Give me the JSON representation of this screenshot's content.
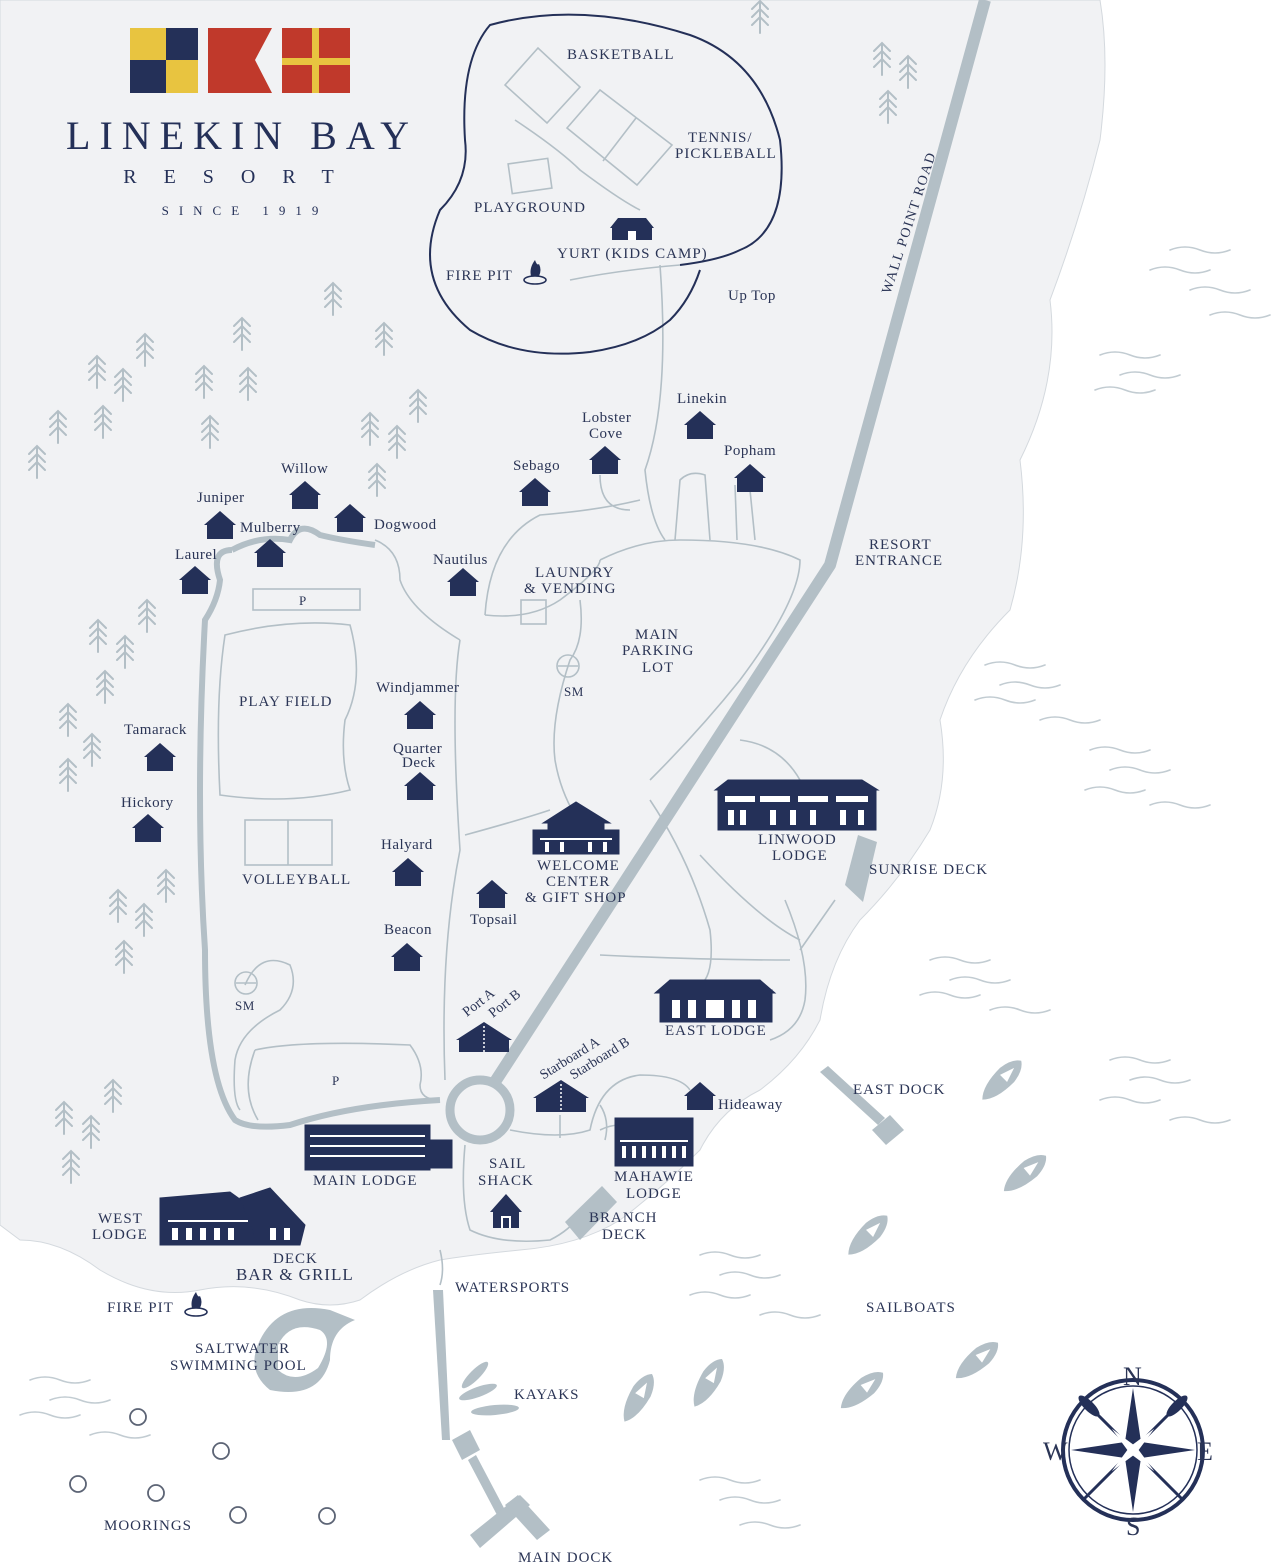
{
  "brand": {
    "name": "LINEKIN BAY",
    "sub": "RESORT",
    "since": "SINCE 1919",
    "flag_colors": [
      "#e8c440",
      "#243058",
      "#c0392b",
      "#e8c440"
    ]
  },
  "colors": {
    "land": "#f1f2f4",
    "water": "#ffffff",
    "road": "#b3bfc6",
    "building": "#243058",
    "trees": "#b3bfc6"
  },
  "road": {
    "name": "WALL POINT ROAD"
  },
  "labels": {
    "basketball": "BASKETBALL",
    "tennis": "TENNIS/",
    "pickleball": "PICKLEBALL",
    "playground": "PLAYGROUND",
    "yurt": "YURT (KIDS CAMP)",
    "fire_pit_top": "FIRE PIT",
    "up_top": "Up Top",
    "linekin": "Linekin",
    "lobster": "Lobster",
    "cove": "Cove",
    "popham": "Popham",
    "sebago": "Sebago",
    "willow": "Willow",
    "juniper": "Juniper",
    "mulberry": "Mulberry",
    "dogwood": "Dogwood",
    "laurel": "Laurel",
    "nautilus": "Nautilus",
    "laundry1": "LAUNDRY",
    "laundry2": "& VENDING",
    "resort_entrance1": "RESORT",
    "resort_entrance2": "ENTRANCE",
    "parking_p1": "P",
    "main_parking1": "MAIN",
    "main_parking2": "PARKING",
    "main_parking3": "LOT",
    "sm1": "SM",
    "play_field": "PLAY FIELD",
    "windjammer": "Windjammer",
    "quarter": "Quarter",
    "deck": "Deck",
    "tamarack": "Tamarack",
    "hickory": "Hickory",
    "volleyball": "VOLLEYBALL",
    "halyard": "Halyard",
    "welcome1": "WELCOME",
    "welcome2": "CENTER",
    "welcome3": "& GIFT SHOP",
    "linwood1": "LINWOOD",
    "linwood2": "LODGE",
    "sunrise_deck": "SUNRISE DECK",
    "topsail": "Topsail",
    "beacon": "Beacon",
    "sm2": "SM",
    "port_a": "Port A",
    "port_b": "Port B",
    "east_lodge": "EAST LODGE",
    "parking_p2": "P",
    "starboard_a": "Starboard A",
    "starboard_b": "Starboard B",
    "east_dock": "EAST DOCK",
    "hideaway": "Hideaway",
    "main_lodge": "MAIN LODGE",
    "sail1": "SAIL",
    "sail2": "SHACK",
    "mahawie1": "MAHAWIE",
    "mahawie2": "LODGE",
    "west1": "WEST",
    "west2": "LODGE",
    "branch1": "BRANCH",
    "branch2": "DECK",
    "deck_bar1": "DECK",
    "deck_bar2": "BAR & GRILL",
    "watersports": "WATERSPORTS",
    "sailboats": "SAILBOATS",
    "fire_pit_bottom": "FIRE PIT",
    "pool1": "SALTWATER",
    "pool2": "SWIMMING POOL",
    "kayaks": "KAYAKS",
    "moorings": "MOORINGS",
    "main_dock": "MAIN DOCK"
  },
  "compass": {
    "n": "N",
    "s": "S",
    "e": "E",
    "w": "W"
  }
}
